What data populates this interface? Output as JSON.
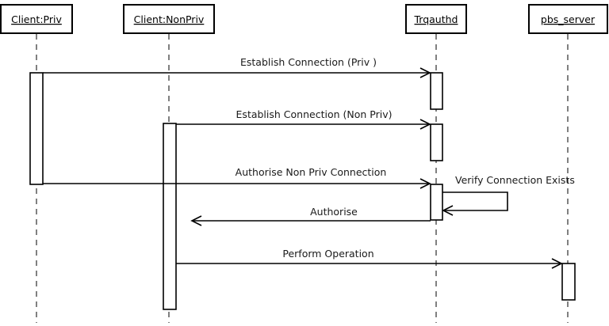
{
  "participants": [
    {
      "id": "client-priv",
      "label": "Client:Priv"
    },
    {
      "id": "client-nonpriv",
      "label": "Client:NonPriv"
    },
    {
      "id": "trqauthd",
      "label": "Trqauthd"
    },
    {
      "id": "pbs-server",
      "label": "pbs_server"
    }
  ],
  "messages": [
    {
      "id": "establish-priv",
      "label": "Establish Connection (Priv )"
    },
    {
      "id": "establish-nonpriv",
      "label": "Establish Connection (Non Priv)"
    },
    {
      "id": "authorise-nonpriv",
      "label": "Authorise Non Priv Connection"
    },
    {
      "id": "verify",
      "label": "Verify Connection Exists"
    },
    {
      "id": "authorise",
      "label": "Authorise"
    },
    {
      "id": "perform",
      "label": "Perform Operation"
    }
  ]
}
